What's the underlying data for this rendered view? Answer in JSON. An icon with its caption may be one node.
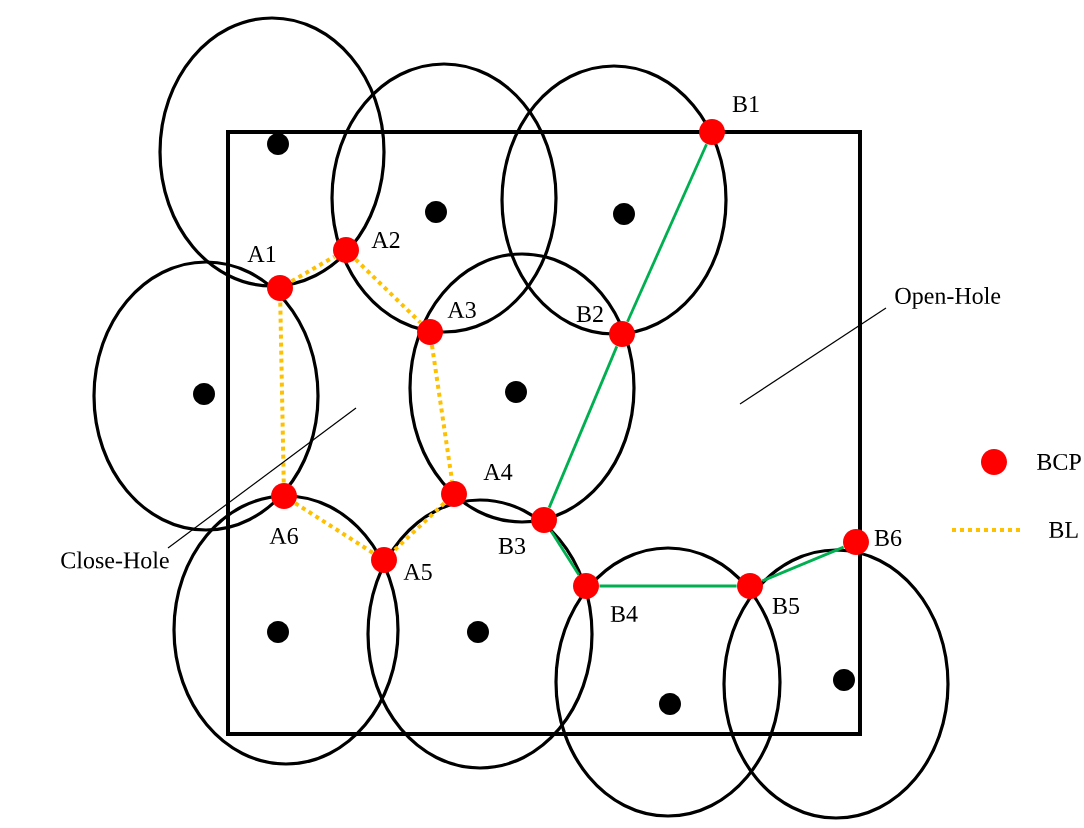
{
  "diagram": {
    "nodes": [
      {
        "text": [],
        "shape": "circle",
        "beside": [
          "A1"
        ]
      },
      {
        "text": [],
        "shape": "circle",
        "beside": [
          "A2"
        ]
      },
      {
        "text": [],
        "shape": "circle",
        "beside": [
          "A3"
        ]
      },
      {
        "text": [],
        "shape": "circle",
        "beside": [
          "A4"
        ]
      },
      {
        "text": [],
        "shape": "circle",
        "beside": [
          "A5"
        ]
      },
      {
        "text": [],
        "shape": "circle",
        "beside": [
          "A6"
        ]
      },
      {
        "text": [],
        "shape": "circle",
        "beside": [
          "B1"
        ]
      },
      {
        "text": [],
        "shape": "circle",
        "beside": [
          "B2"
        ]
      },
      {
        "text": [],
        "shape": "circle",
        "beside": [
          "B3"
        ]
      },
      {
        "text": [],
        "shape": "circle",
        "beside": [
          "B4"
        ]
      },
      {
        "text": [],
        "shape": "circle",
        "beside": [
          "B5"
        ]
      },
      {
        "text": [],
        "shape": "circle",
        "beside": [
          "B6"
        ]
      },
      {
        "text": [
          "Open-Hole"
        ]
      },
      {
        "text": [
          "Close-Hole"
        ]
      }
    ],
    "edges": [
      {
        "from": 0,
        "to": 1,
        "arrow": "none",
        "style": "dashed",
        "color": "#ffc000"
      },
      {
        "from": 1,
        "to": 2,
        "arrow": "none",
        "style": "dashed",
        "color": "#ffc000"
      },
      {
        "from": 2,
        "to": 3,
        "arrow": "none",
        "style": "dashed",
        "color": "#ffc000"
      },
      {
        "from": 3,
        "to": 4,
        "arrow": "none",
        "style": "dashed",
        "color": "#ffc000"
      },
      {
        "from": 4,
        "to": 5,
        "arrow": "none",
        "style": "dashed",
        "color": "#ffc000"
      },
      {
        "from": 5,
        "to": 0,
        "arrow": "none",
        "style": "dashed",
        "color": "#ffc000"
      },
      {
        "from": 6,
        "to": 7,
        "arrow": "none",
        "color": "#00b050"
      },
      {
        "from": 7,
        "to": 8,
        "arrow": "none",
        "color": "#00b050"
      },
      {
        "from": 8,
        "to": 9,
        "arrow": "none",
        "color": "#00b050"
      },
      {
        "from": 9,
        "to": 10,
        "arrow": "none",
        "color": "#00b050"
      },
      {
        "from": 10,
        "to": 11,
        "arrow": "none",
        "color": "#00b050"
      },
      {
        "from": 12,
        "to": null,
        "arrow": "none",
        "color": "#000000"
      },
      {
        "from": 13,
        "to": null,
        "arrow": "none",
        "color": "#000000"
      }
    ],
    "legend": [
      {
        "text": "BCP",
        "color": "#ff0000"
      },
      {
        "text": "BL"
      }
    ]
  }
}
